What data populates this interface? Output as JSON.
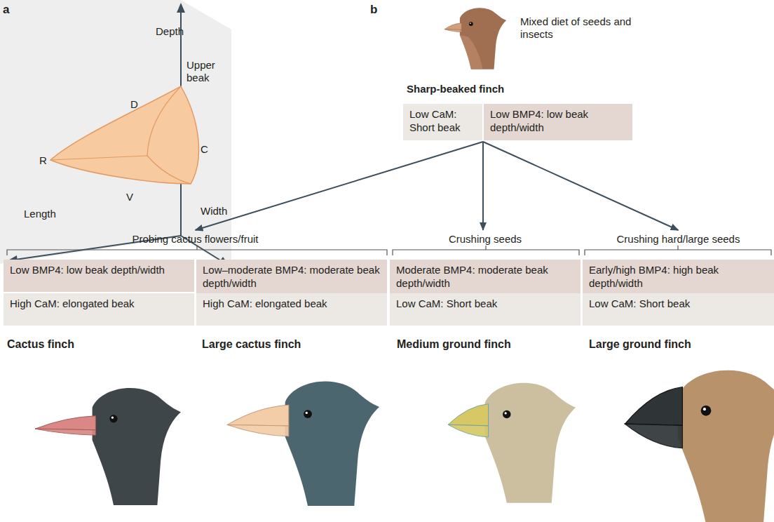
{
  "diagram": {
    "nodes": [
      {
        "text": [
          "Sharp-beaked finch"
        ]
      },
      {
        "text": [
          "Low CaM: Short beak"
        ],
        "in": 0
      },
      {
        "text": [
          "Low BMP4: low beak depth/width"
        ],
        "in": 0
      },
      {
        "text": [
          "Probing cactus flowers/fruit"
        ]
      },
      {
        "text": [
          "Low BMP4: low beak depth/width"
        ],
        "in": 3
      },
      {
        "text": [
          "High CaM: elongated beak"
        ],
        "in": 3
      },
      {
        "text": [
          "Low–moderate BMP4: moderate beak depth/width"
        ],
        "in": 3
      },
      {
        "text": [
          "High CaM: elongated beak"
        ],
        "in": 3
      },
      {
        "text": [
          "Crushing seeds"
        ]
      },
      {
        "text": [
          "Moderate BMP4: moderate beak depth/width"
        ],
        "in": 8
      },
      {
        "text": [
          "Low CaM: Short beak"
        ],
        "in": 8
      },
      {
        "text": [
          "Crushing hard/large seeds"
        ]
      },
      {
        "text": [
          "Early/high BMP4: high beak depth/width"
        ],
        "in": 11
      },
      {
        "text": [
          "Low CaM: Short beak"
        ],
        "in": 11
      }
    ],
    "edges": [
      {
        "from": 0,
        "to": 3,
        "arrow": "to"
      },
      {
        "from": 0,
        "to": 8,
        "arrow": "to"
      },
      {
        "from": 0,
        "to": 11,
        "arrow": "to"
      }
    ],
    "labels": [
      "a",
      "Depth",
      "Upper beak",
      "D",
      "R",
      "C",
      "V",
      "Length",
      "Width",
      "b",
      "Mixed diet of seeds and insects",
      "Cactus finch",
      "Large cactus finch",
      "Medium ground finch",
      "Large ground finch"
    ]
  }
}
